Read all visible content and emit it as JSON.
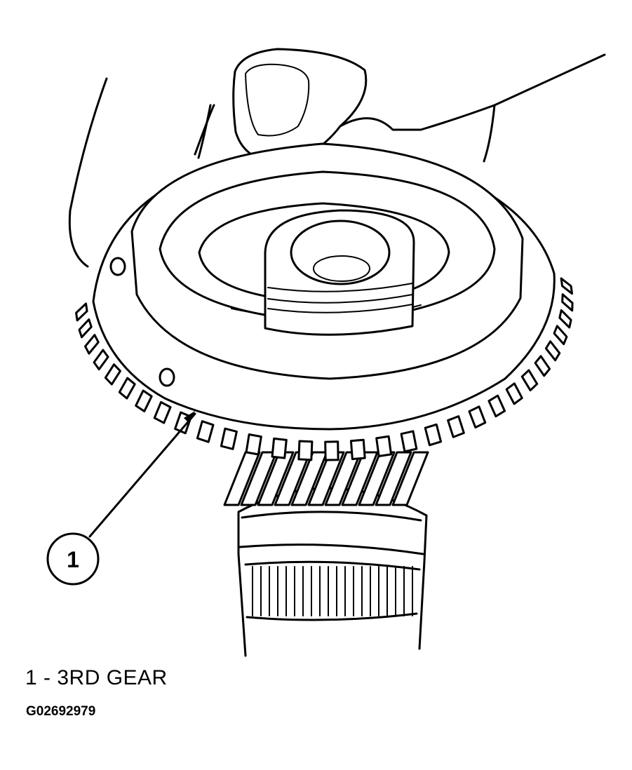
{
  "callouts": [
    {
      "number": "1",
      "label": "3RD GEAR"
    }
  ],
  "legend": {
    "line": "1 - 3RD GEAR"
  },
  "figure_id": "G02692979"
}
